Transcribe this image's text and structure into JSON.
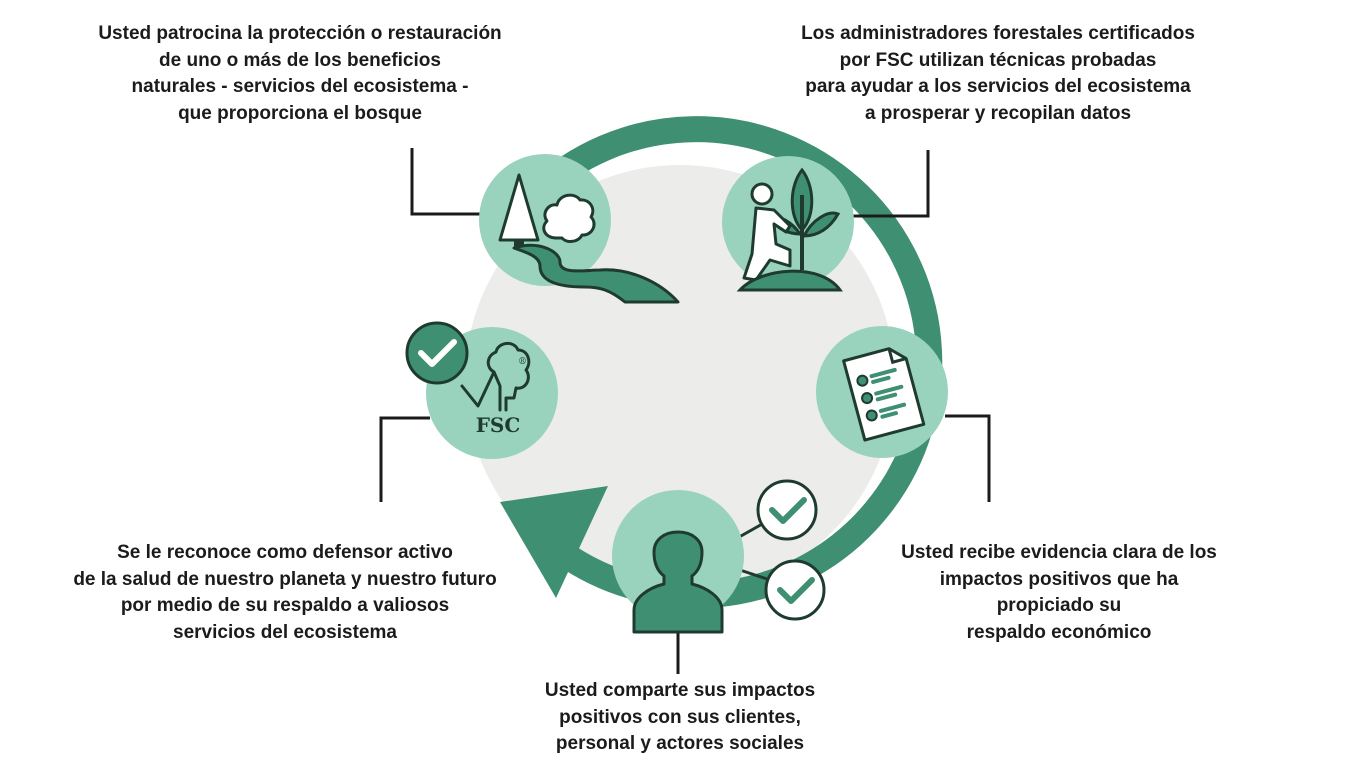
{
  "colors": {
    "dark_green": "#3f8f72",
    "icon_ink": "#1f3b30",
    "light_green": "#99d3bd",
    "hub_gray": "#ececea",
    "connector": "#1b1b1b",
    "text": "#1b1b1b"
  },
  "steps": [
    {
      "icon": "tree-and-river-icon",
      "caption_lines": [
        "Usted patrocina la protección o restauración",
        "de uno o más de los beneficios",
        "naturales - servicios del ecosistema -",
        "que proporciona el bosque"
      ]
    },
    {
      "icon": "person-planting-seedling-icon",
      "caption_lines": [
        "Los administradores forestales certificados",
        "por FSC utilizan técnicas probadas",
        "para ayudar a los servicios del ecosistema",
        "a prosperar y recopilan datos"
      ]
    },
    {
      "icon": "checklist-document-icon",
      "caption_lines": [
        "Usted recibe evidencia clara de los",
        "impactos positivos que ha",
        "propiciado su",
        "respaldo económico"
      ]
    },
    {
      "icon": "person-sharing-icon",
      "caption_lines": [
        "Usted comparte sus impactos",
        "positivos con sus clientes,",
        "personal y actores sociales"
      ]
    },
    {
      "icon": "fsc-logo-check-icon",
      "caption_lines": [
        "Se le reconoce como defensor activo",
        "de la salud de nuestro planeta y nuestro futuro",
        "por medio de su respaldo a valiosos",
        "servicios del ecosistema"
      ]
    }
  ],
  "logo": {
    "fsc_text": "FSC",
    "registered_mark": "®"
  }
}
